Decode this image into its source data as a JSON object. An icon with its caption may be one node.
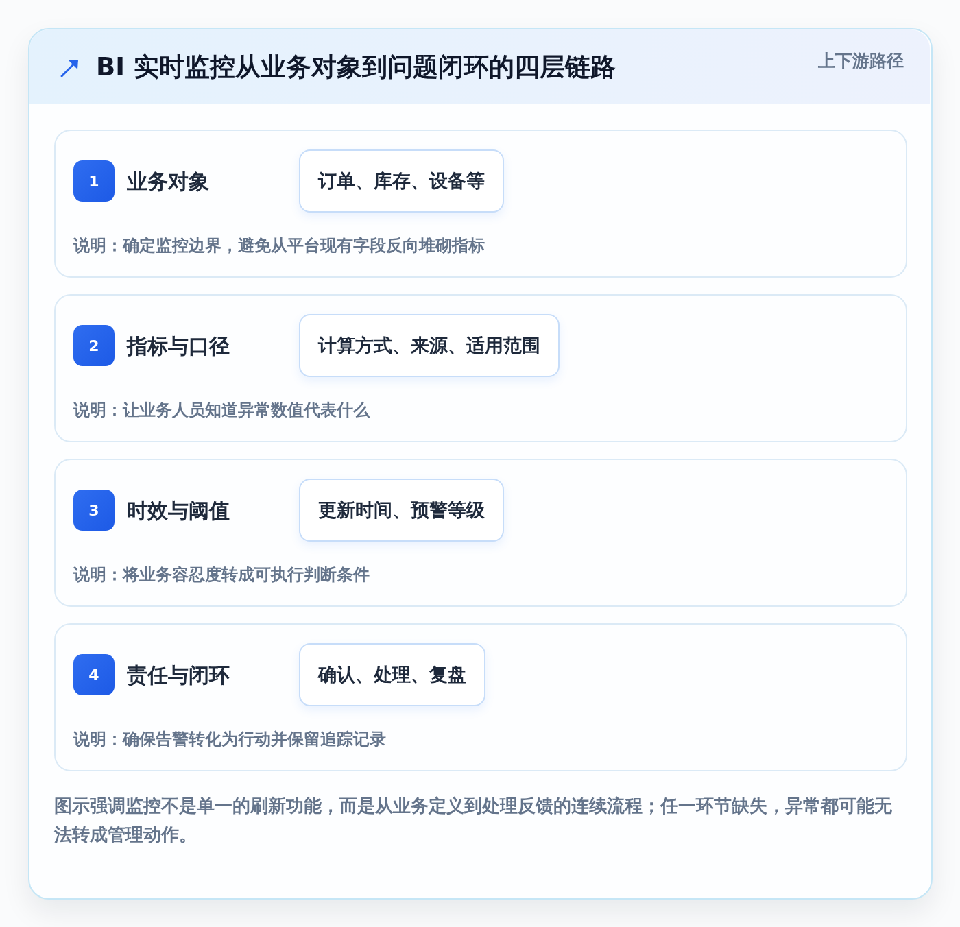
{
  "diagram": {
    "title": "BI 实时监控从业务对象到问题闭环的四层链路",
    "caption": "图示强调监控不是单一的刷新功能，而是从业务定义到处理反馈的连续流程；任一环节缺失，异常都可能无法转成管理动作。",
    "nodes": [
      {
        "text": [
          "业务对象",
          "说明：确定监控边界，避免从平台现有字段反向堆砌指标"
        ]
      },
      {
        "text": [
          "1"
        ],
        "in": 0
      },
      {
        "text": [
          "订单、库存、设备等"
        ],
        "in": 0
      },
      {
        "text": [
          "指标与口径",
          "说明：让业务人员知道异常数值代表什么"
        ]
      },
      {
        "text": [
          "2"
        ],
        "in": 3
      },
      {
        "text": [
          "计算方式、来源、适用范围"
        ],
        "in": 3
      },
      {
        "text": [
          "时效与阈值",
          "说明：将业务容忍度转成可执行判断条件"
        ]
      },
      {
        "text": [
          "3"
        ],
        "in": 6
      },
      {
        "text": [
          "更新时间、预警等级"
        ],
        "in": 6
      },
      {
        "text": [
          "责任与闭环",
          "说明：确保告警转化为行动并保留追踪记录"
        ]
      },
      {
        "text": [
          "4"
        ],
        "in": 9
      },
      {
        "text": [
          "确认、处理、复盘"
        ],
        "in": 9
      }
    ],
    "labels": [
      "上下游路径"
    ]
  }
}
